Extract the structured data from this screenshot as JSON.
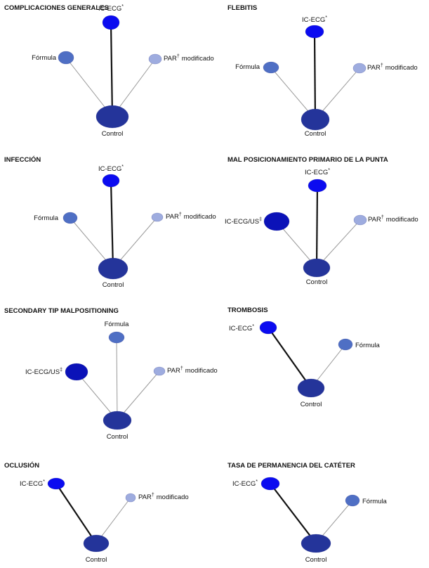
{
  "colors": {
    "ic_ecg": "#0b0bf0",
    "formula": "#4f6fc4",
    "par": "#9eacdf",
    "control": "#24349a",
    "ic_ecg_us": "#0b12b8",
    "edge_thick": "#111111",
    "edge_thin": "#9a9a9a"
  },
  "panels": [
    {
      "title": "COMPLICACIONES GENERALES",
      "nodes": [
        {
          "label": "IC-ECG",
          "sup": "*"
        },
        {
          "label": "Fórmula",
          "sup": ""
        },
        {
          "label": "PAR",
          "sup": "†",
          "suffix": "modificado"
        },
        {
          "label": "Control",
          "sup": ""
        }
      ]
    },
    {
      "title": "FLEBITIS",
      "nodes": [
        {
          "label": "IC-ECG",
          "sup": "*"
        },
        {
          "label": "Fórmula",
          "sup": ""
        },
        {
          "label": "PAR",
          "sup": "†",
          "suffix": "modificado"
        },
        {
          "label": "Control",
          "sup": ""
        }
      ]
    },
    {
      "title": "INFECCIÓN",
      "nodes": [
        {
          "label": "IC-ECG",
          "sup": "*"
        },
        {
          "label": "Fórmula",
          "sup": ""
        },
        {
          "label": "PAR",
          "sup": "†",
          "suffix": "modificado"
        },
        {
          "label": "Control",
          "sup": ""
        }
      ]
    },
    {
      "title": "MAL POSICIONAMIENTO PRIMARIO DE LA PUNTA",
      "nodes": [
        {
          "label": "IC-ECG",
          "sup": "*"
        },
        {
          "label": "IC-ECG/US",
          "sup": "‡"
        },
        {
          "label": "PAR",
          "sup": "†",
          "suffix": "modificado"
        },
        {
          "label": "Control",
          "sup": ""
        }
      ]
    },
    {
      "title": "SECONDARY TIP MALPOSITIONING",
      "nodes": [
        {
          "label": "Fórmula",
          "sup": ""
        },
        {
          "label": "IC-ECG/US",
          "sup": "‡"
        },
        {
          "label": "PAR",
          "sup": "†",
          "suffix": "modificado"
        },
        {
          "label": "Control",
          "sup": ""
        }
      ]
    },
    {
      "title": "TROMBOSIS",
      "nodes": [
        {
          "label": "IC-ECG",
          "sup": "*"
        },
        {
          "label": "Fórmula",
          "sup": ""
        },
        {
          "label": "Control",
          "sup": ""
        }
      ]
    },
    {
      "title": "OCLUSIÓN",
      "nodes": [
        {
          "label": "IC-ECG",
          "sup": "*"
        },
        {
          "label": "PAR",
          "sup": "†",
          "suffix": "modificado"
        },
        {
          "label": "Control",
          "sup": ""
        }
      ]
    },
    {
      "title": "TASA DE PERMANENCIA DEL CATÉTER",
      "nodes": [
        {
          "label": "IC-ECG",
          "sup": "*"
        },
        {
          "label": "Fórmula",
          "sup": ""
        },
        {
          "label": "Control",
          "sup": ""
        }
      ]
    }
  ]
}
